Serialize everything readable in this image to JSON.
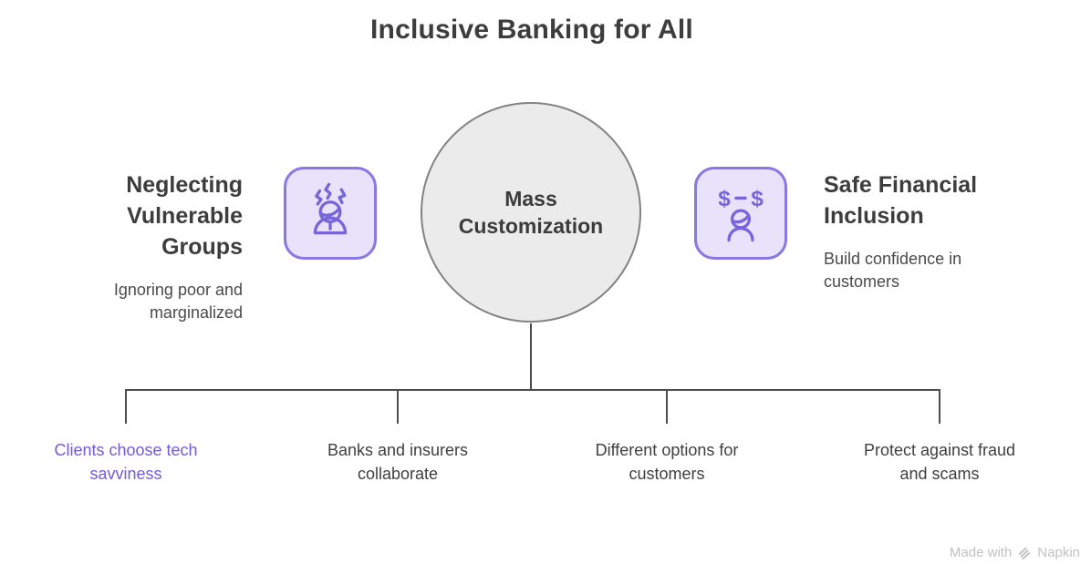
{
  "title": "Inclusive Banking for All",
  "center": {
    "label": "Mass Customization",
    "label_lines": [
      "Mass",
      "Customization"
    ]
  },
  "left_item": {
    "icon": "stressed-person-icon",
    "title": "Neglecting Vulnerable Groups",
    "title_lines": [
      "Neglecting",
      "Vulnerable",
      "Groups"
    ],
    "subtitle": "Ignoring poor and marginalized",
    "subtitle_lines": [
      "Ignoring poor and",
      "marginalized"
    ]
  },
  "right_item": {
    "icon": "money-exchange-person-icon",
    "icon_glyphs": {
      "dollar_left": "$",
      "dash": "–",
      "dollar_right": "$"
    },
    "title": "Safe Financial Inclusion",
    "title_lines": [
      "Safe Financial",
      "Inclusion"
    ],
    "subtitle": "Build confidence in customers",
    "subtitle_lines": [
      "Build confidence in",
      "customers"
    ]
  },
  "branches": [
    {
      "label": "Clients choose tech savviness",
      "lines": [
        "Clients choose tech",
        "savviness"
      ],
      "highlighted": true
    },
    {
      "label": "Banks and insurers collaborate",
      "lines": [
        "Banks and insurers",
        "collaborate"
      ],
      "highlighted": false
    },
    {
      "label": "Different options for customers",
      "lines": [
        "Different options for",
        "customers"
      ],
      "highlighted": false
    },
    {
      "label": "Protect against fraud and scams",
      "lines": [
        "Protect against fraud",
        "and scams"
      ],
      "highlighted": false
    }
  ],
  "watermark": {
    "prefix": "Made with",
    "brand": "Napkin"
  },
  "colors": {
    "accent_stroke": "#7765da",
    "accent_border": "#8977e3",
    "accent_fill": "#e8e2fa",
    "accent_text": "#6e5cd8",
    "circle_fill": "#ebebeb",
    "circle_border": "#828282",
    "text_dark": "#3d3d3d",
    "text_gray": "#4a4a4a",
    "line": "#4d4d4d",
    "watermark": "#c2c2c2"
  }
}
